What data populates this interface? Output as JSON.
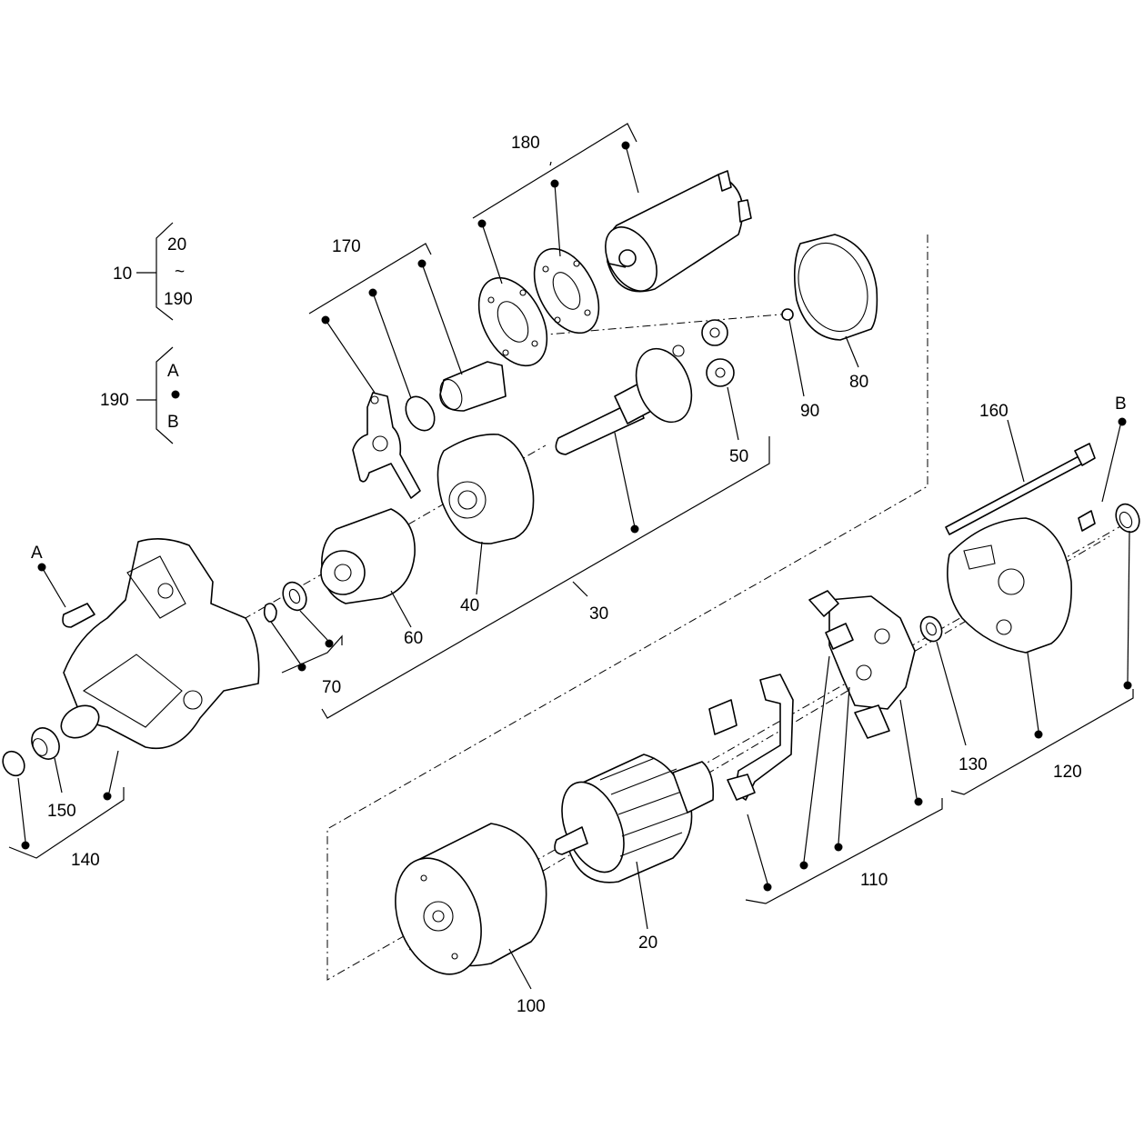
{
  "labels": {
    "legend_10": "10",
    "legend_20": "20",
    "legend_tilde": "~",
    "legend_190_top": "190",
    "legend_190": "190",
    "legend_A": "A",
    "legend_B": "B",
    "p20": "20",
    "p30": "30",
    "p40": "40",
    "p50": "50",
    "p60": "60",
    "p70": "70",
    "p80": "80",
    "p90": "90",
    "p100": "100",
    "p110": "110",
    "p120": "120",
    "p130": "130",
    "p140": "140",
    "p150": "150",
    "p160": "160",
    "p170": "170",
    "p180": "180",
    "ref_A": "A",
    "ref_B": "B"
  }
}
